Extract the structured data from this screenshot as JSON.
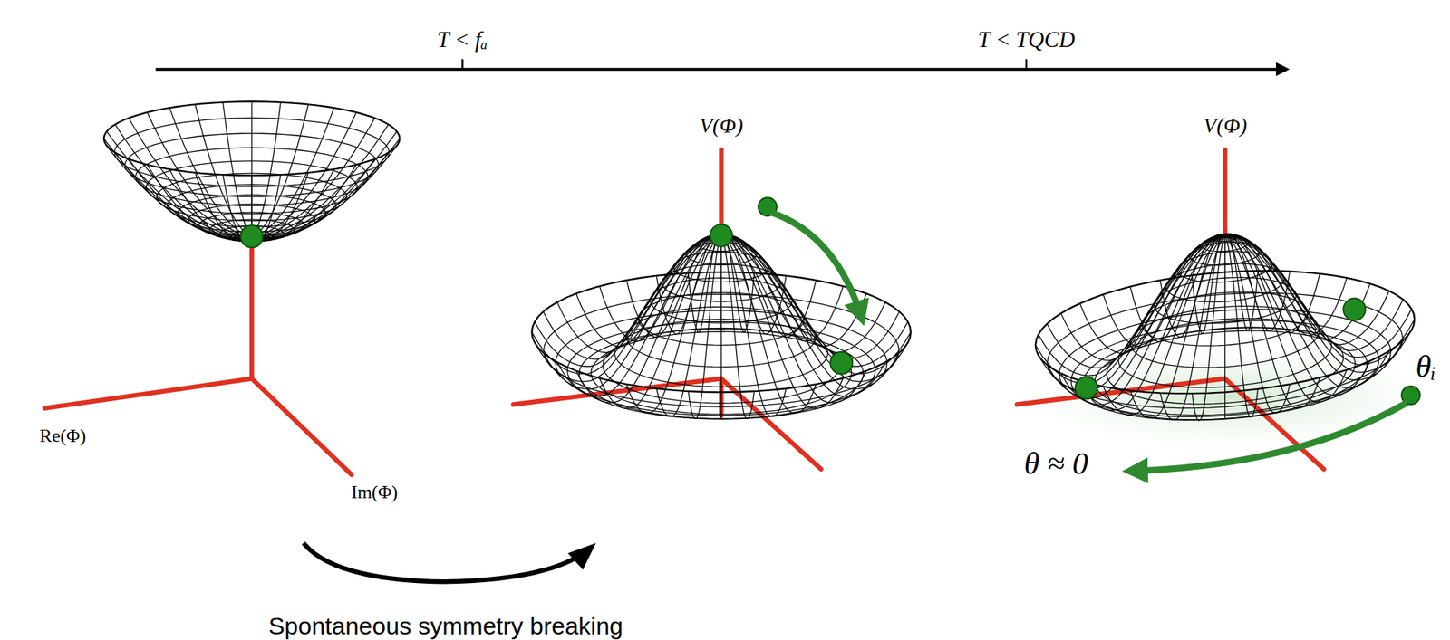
{
  "diagram": {
    "labels": [
      "T < fₐ",
      "T < TQCD",
      "V(Φ)",
      "V(Φ)",
      "Re(Φ)",
      "Im(Φ)",
      "θᵢ",
      "θ ≈ 0",
      "Spontaneous symmetry breaking"
    ]
  }
}
